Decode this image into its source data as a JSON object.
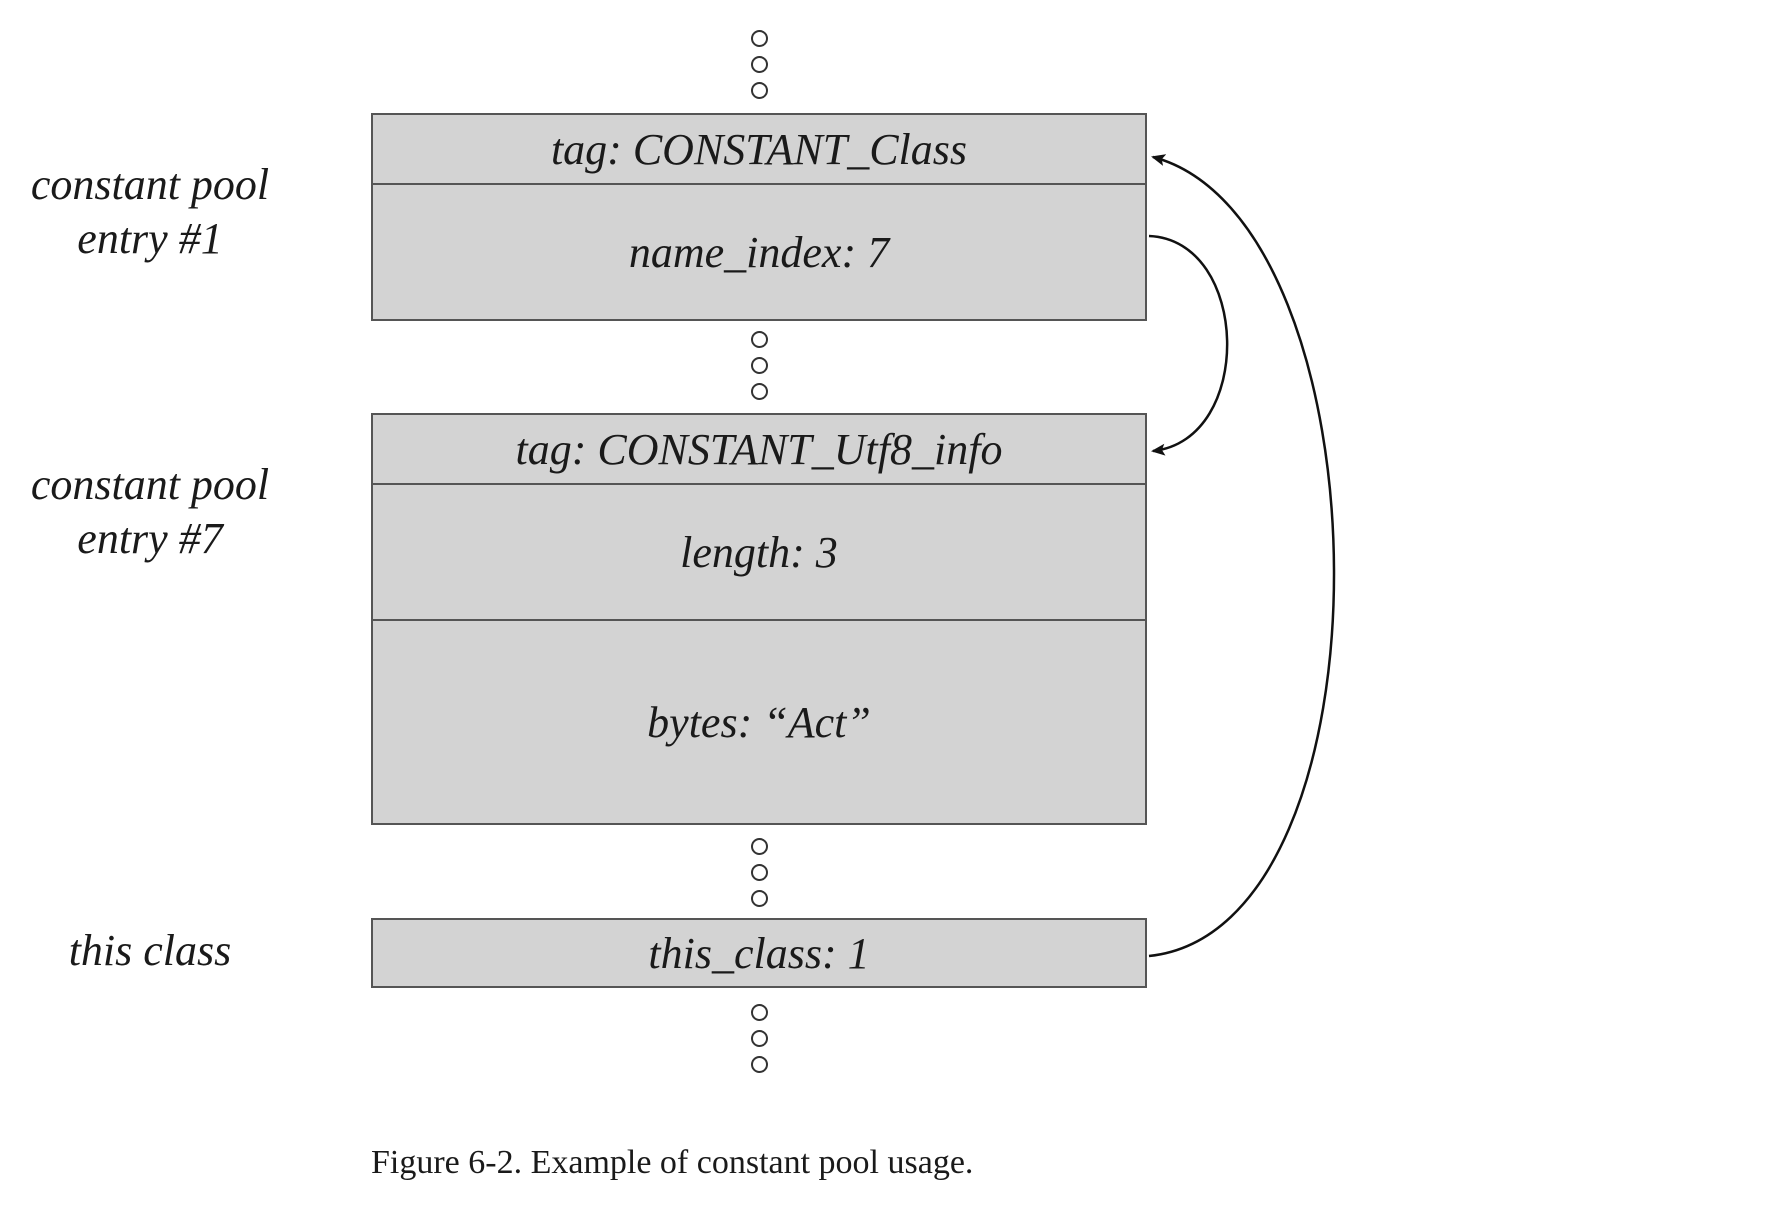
{
  "labels": {
    "entry1": [
      "constant pool",
      "entry #1"
    ],
    "entry7": [
      "constant pool",
      "entry #7"
    ],
    "this_class": "this class"
  },
  "entry1": {
    "tag": "tag: CONSTANT_Class",
    "name_index": "name_index: 7"
  },
  "entry7": {
    "tag": "tag: CONSTANT_Utf8_info",
    "length": "length: 3",
    "bytes": "bytes: “Act”"
  },
  "this_class_box": {
    "value": "this_class: 1"
  },
  "caption": "Figure 6-2. Example of constant pool usage.",
  "colors": {
    "box_fill": "#d3d3d3",
    "box_border": "#555555",
    "arrow": "#111111"
  },
  "icons": {
    "ellipsis": "vertical-dots-icon",
    "arrow": "curved-arrow-icon"
  }
}
